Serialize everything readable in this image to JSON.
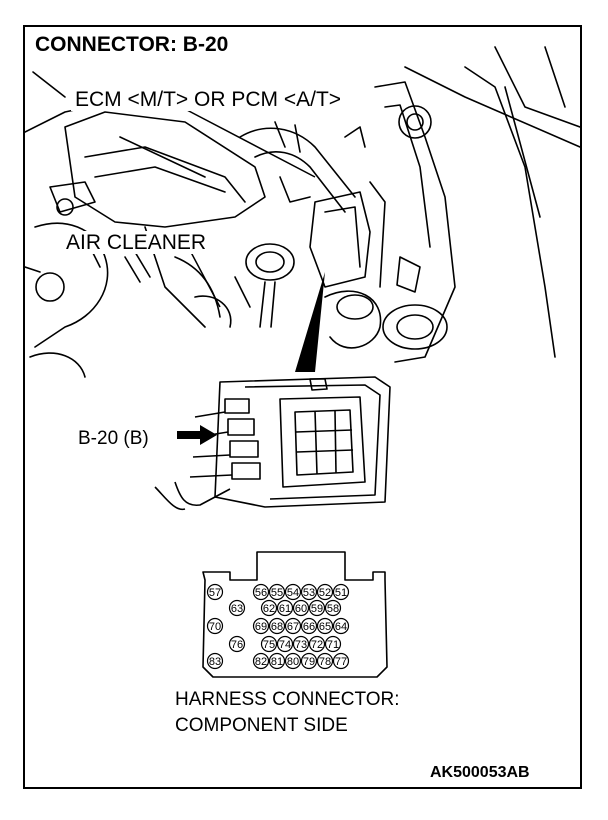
{
  "connector_title": "CONNECTOR: B-20",
  "labels": {
    "ecm": "ECM <M/T> OR PCM <A/T>",
    "air_cleaner": "AIR CLEANER",
    "b20": "B-20 (B)"
  },
  "harness": {
    "line1": "HARNESS CONNECTOR:",
    "line2": "COMPONENT SIDE"
  },
  "pins": [
    [
      "57",
      "56",
      "55",
      "54",
      "53",
      "52",
      "51"
    ],
    [
      "63",
      "62",
      "61",
      "60",
      "59",
      "58"
    ],
    [
      "70",
      "69",
      "68",
      "67",
      "66",
      "65",
      "64"
    ],
    [
      "76",
      "75",
      "74",
      "73",
      "72",
      "71"
    ],
    [
      "83",
      "82",
      "81",
      "80",
      "79",
      "78",
      "77"
    ]
  ],
  "figure_code": "AK500053AB"
}
